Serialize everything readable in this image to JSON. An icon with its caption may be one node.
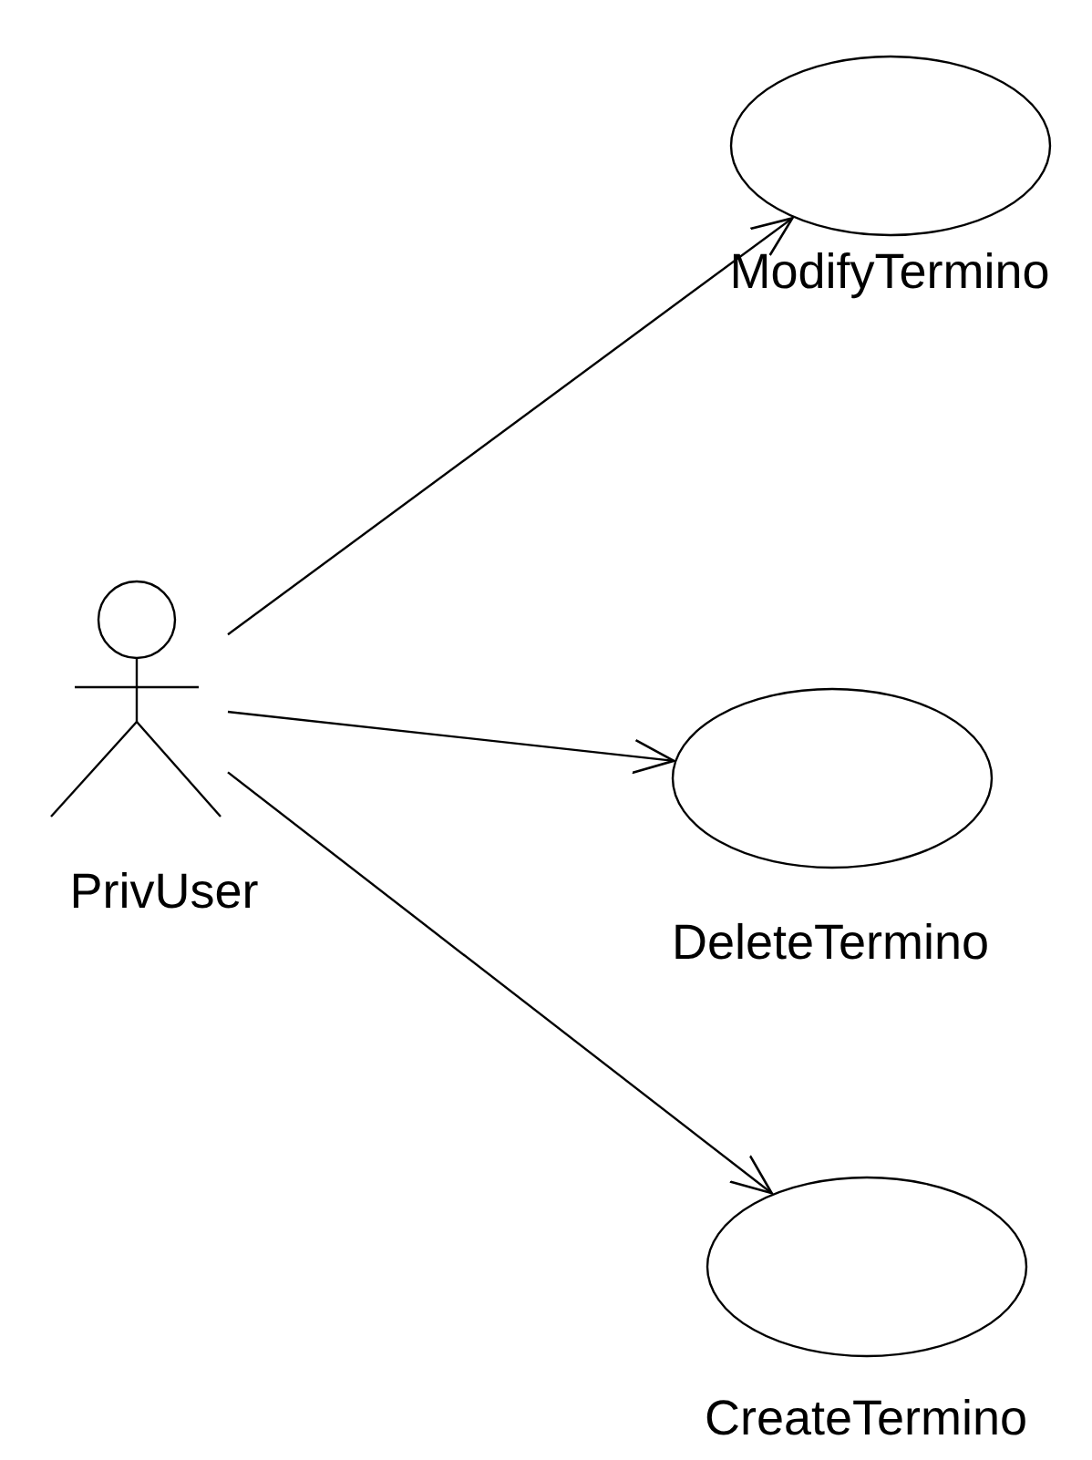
{
  "diagram": {
    "nodes": [
      {
        "text": [
          "PrivUser"
        ]
      },
      {
        "text": [
          "ModifyTermino"
        ]
      },
      {
        "text": [
          "DeleteTermino"
        ]
      },
      {
        "text": [
          "CreateTermino"
        ]
      }
    ],
    "edges": [
      {
        "from": 0,
        "to": 1,
        "arrow": "to"
      },
      {
        "from": 0,
        "to": 2,
        "arrow": "to"
      },
      {
        "from": 0,
        "to": 3,
        "arrow": "to"
      }
    ]
  }
}
